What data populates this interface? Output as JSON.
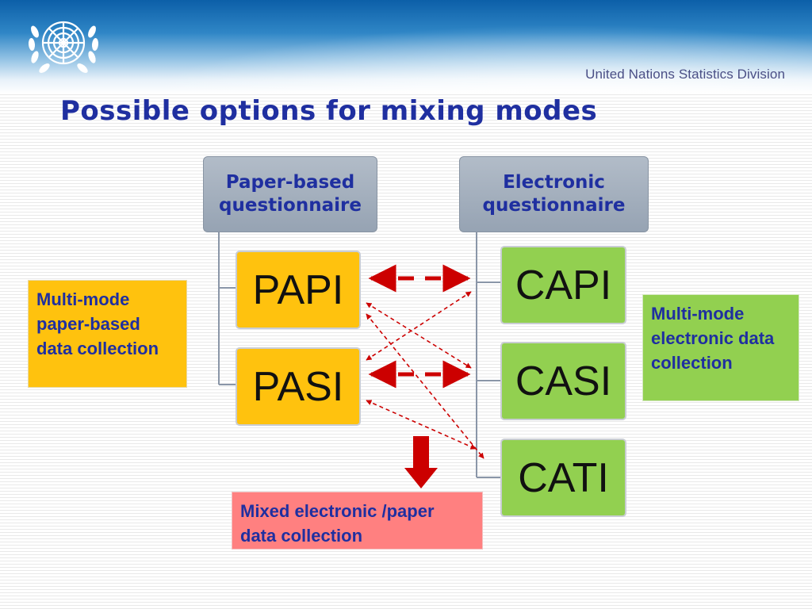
{
  "header": {
    "org_name": "United Nations Statistics Division",
    "logo": "un-emblem-icon"
  },
  "title": "Possible options for mixing modes",
  "diagram": {
    "paper_header": "Paper-based questionnaire",
    "electronic_header": "Electronic questionnaire",
    "paper_modes": [
      "PAPI",
      "PASI"
    ],
    "electronic_modes": [
      "CAPI",
      "CASI",
      "CATI"
    ],
    "multi_mode_paper": "Multi-mode paper-based data collection",
    "multi_mode_electronic": "Multi-mode electronic data collection",
    "mixed": "Mixed electronic /paper data collection",
    "colors": {
      "header_box": "#a3aebc",
      "paper_mode": "#ffc20e",
      "electronic_mode": "#92d050",
      "mixed_box": "#ff8080",
      "arrow": "#cc0000",
      "title_text": "#1f2fa0"
    }
  }
}
